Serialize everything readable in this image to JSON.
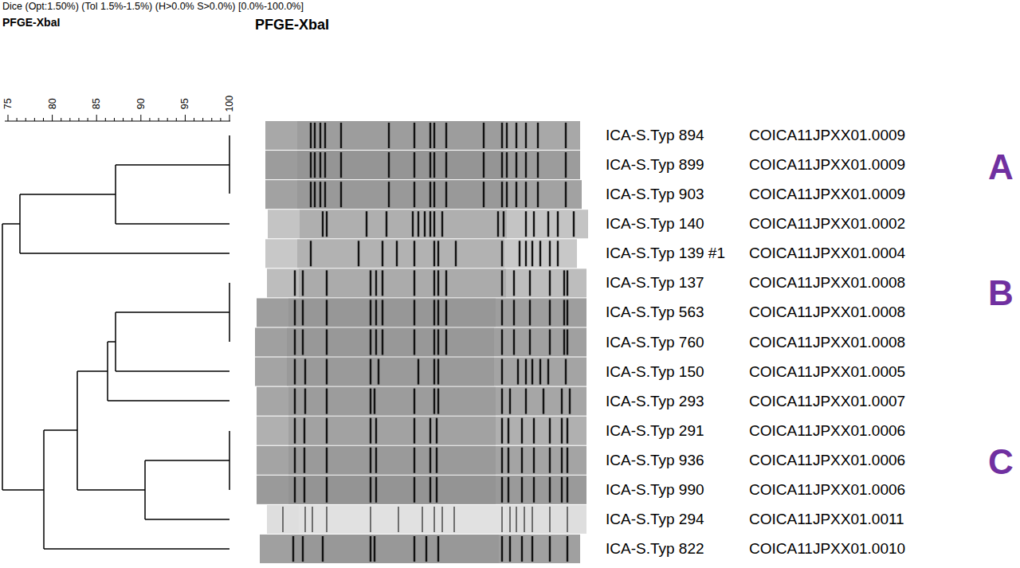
{
  "diagram": {
    "labels": [
      "Dice (Opt:1.50%) (Tol 1.5%-1.5%) (H>0.0% S>0.0%) [0.0%-100.0%]",
      "PFGE-XbaI",
      "PFGE-XbaI",
      "75",
      "80",
      "85",
      "90",
      "95",
      "100",
      "ICA-S.Typ 894",
      "COICA11JPXX01.0009",
      "ICA-S.Typ 899",
      "COICA11JPXX01.0009",
      "ICA-S.Typ 903",
      "COICA11JPXX01.0009",
      "ICA-S.Typ 140",
      "COICA11JPXX01.0002",
      "ICA-S.Typ 139 #1",
      "COICA11JPXX01.0004",
      "ICA-S.Typ 137",
      "COICA11JPXX01.0008",
      "ICA-S.Typ 563",
      "COICA11JPXX01.0008",
      "ICA-S.Typ 760",
      "COICA11JPXX01.0008",
      "ICA-S.Typ 150",
      "COICA11JPXX01.0005",
      "ICA-S.Typ 293",
      "COICA11JPXX01.0007",
      "ICA-S.Typ 291",
      "COICA11JPXX01.0006",
      "ICA-S.Typ 936",
      "COICA11JPXX01.0006",
      "ICA-S.Typ 990",
      "COICA11JPXX01.0006",
      "ICA-S.Typ 294",
      "COICA11JPXX01.0011",
      "ICA-S.Typ 822",
      "COICA11JPXX01.0010",
      "A",
      "B",
      "C"
    ]
  }
}
